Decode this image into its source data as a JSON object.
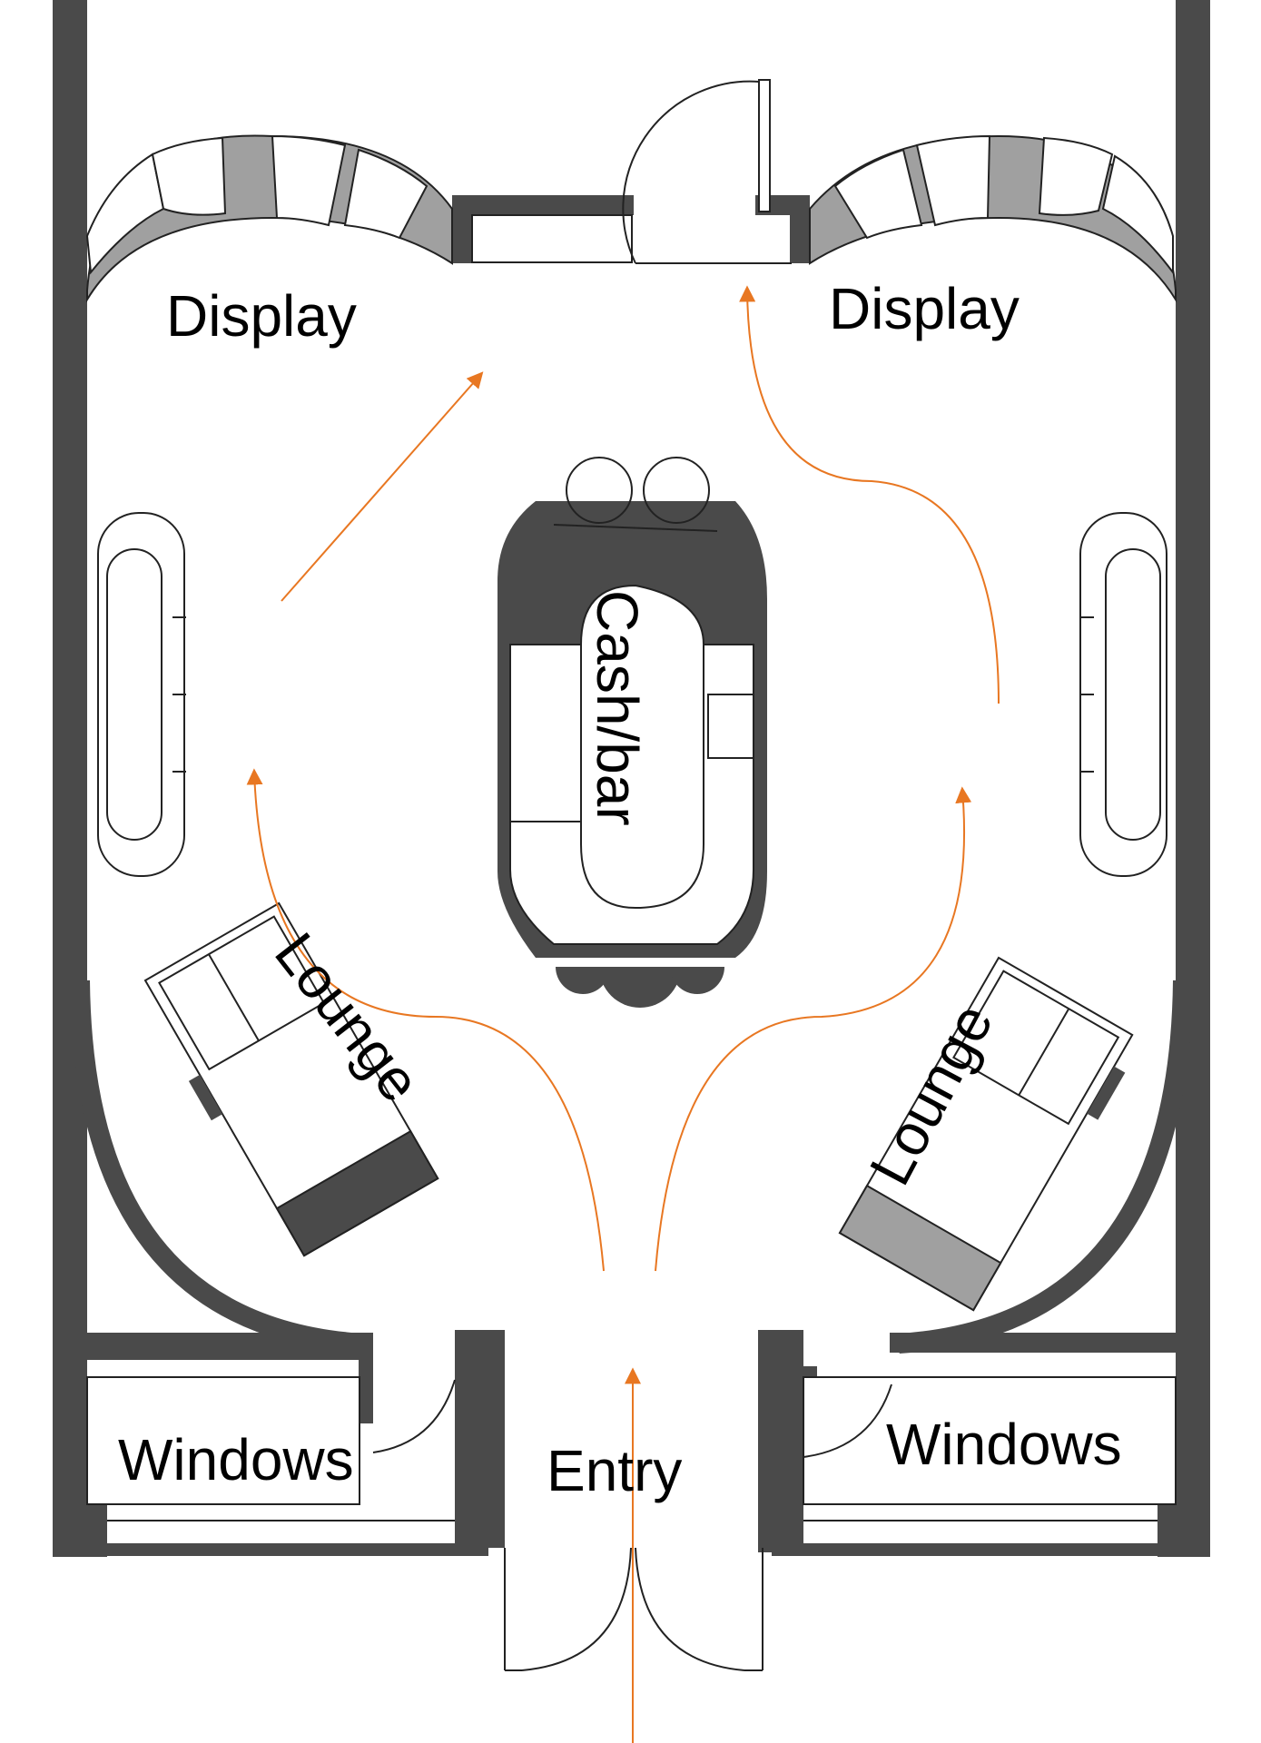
{
  "labels": {
    "display_left": "Display",
    "display_right": "Display",
    "cash_bar": "Cash/bar",
    "lounge_left": "Lounge",
    "lounge_right": "Lounge",
    "windows_left": "Windows",
    "windows_right": "Windows",
    "entry": "Entry"
  },
  "colors": {
    "wall": "#4a4a4a",
    "flow_arrow": "#e87722",
    "display_shelf": "#a0a0a0",
    "background": "#ffffff"
  }
}
